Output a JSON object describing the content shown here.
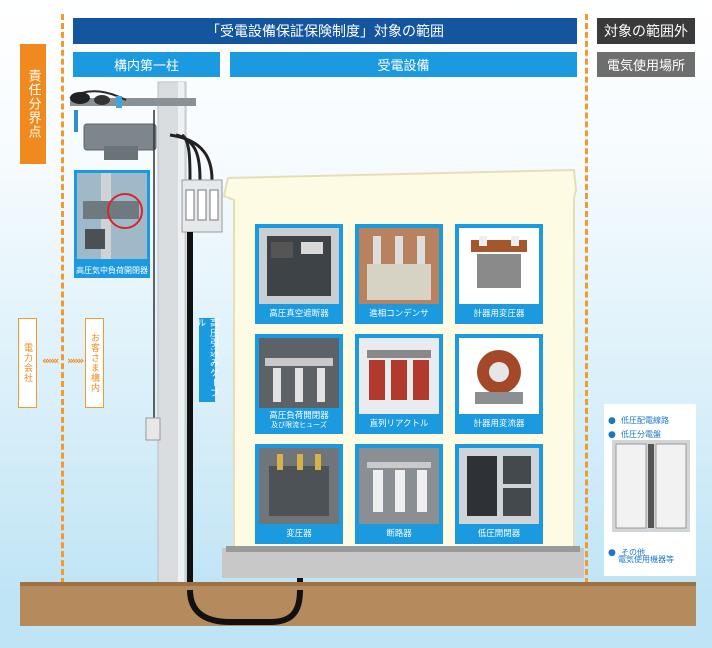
{
  "header": {
    "scope_title": "「受電設備保証保険制度」対象の範囲",
    "out_of_scope": "対象の範囲外",
    "first_pole": "構内第一柱",
    "substation": "受電設備",
    "electric_use_place": "電気使用場所"
  },
  "left": {
    "responsibility_point": "責任分界点",
    "power_company": "電力会社",
    "customer_premises": "お客さま構内",
    "arrows_left": "«««",
    "arrows_right": "»»»"
  },
  "pole": {
    "switch_caption": "高圧気中負荷開閉器",
    "cable_label": "高圧引込みケーブル"
  },
  "equipment": [
    {
      "label": "高圧真空遮断器",
      "sub": ""
    },
    {
      "label": "進相コンデンサ",
      "sub": ""
    },
    {
      "label": "計器用変圧器",
      "sub": ""
    },
    {
      "label": "高圧負荷開閉器",
      "sub": "及び限流ヒューズ"
    },
    {
      "label": "直列リアクトル",
      "sub": ""
    },
    {
      "label": "計器用変流器",
      "sub": ""
    },
    {
      "label": "変圧器",
      "sub": ""
    },
    {
      "label": "断路器",
      "sub": ""
    },
    {
      "label": "低圧開閉器",
      "sub": ""
    }
  ],
  "out_scope_items": {
    "item1": "低圧配電線路",
    "item2": "低圧分電盤",
    "item3": "その他",
    "item3_sub": "電気使用機器等",
    "bullet": "●"
  },
  "colors": {
    "header_blue": "#1b9ae0",
    "header_navy": "#13559e",
    "orange": "#f18a1e",
    "building": "#fdfbe4",
    "ground": "#b58b5e"
  }
}
